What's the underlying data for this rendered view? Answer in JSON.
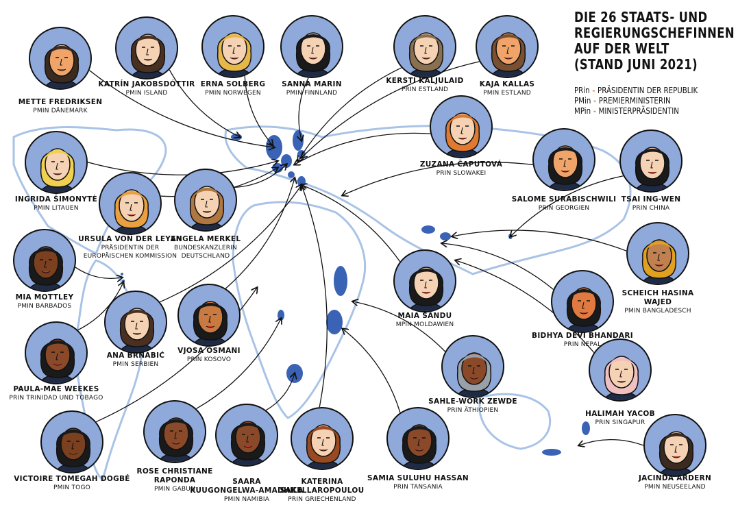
{
  "title": {
    "lines": [
      "DIE 26 STAATS- UND",
      "REGIERUNGSCHEFINNEN",
      "AUF DER WELT",
      "(STAND JUNI 2021)"
    ]
  },
  "legend": [
    {
      "abbr": "PRin",
      "text": "PRÄSIDENTIN DER REPUBLIK"
    },
    {
      "abbr": "PMin",
      "text": "PREMIERMINISTERIN"
    },
    {
      "abbr": "MPin",
      "text": "MINISTERPRÄSIDENTIN"
    }
  ],
  "colors": {
    "portrait_bg": "#8ea9da",
    "map_outline": "#a9c3e6",
    "highlight_country": "#3b63b5",
    "legend_dash": "#e8894a"
  },
  "people": [
    {
      "name": [
        "Mette Fredriksen"
      ],
      "role": [
        "PMin Dänemark"
      ]
    },
    {
      "name": [
        "Katrín Jakobsdóttir"
      ],
      "role": [
        "PMin Island"
      ]
    },
    {
      "name": [
        "Erna Solberg"
      ],
      "role": [
        "PMin Norwegen"
      ]
    },
    {
      "name": [
        "Sanna Marin"
      ],
      "role": [
        "PMin Finnland"
      ]
    },
    {
      "name": [
        "Kersti Kaljulaid"
      ],
      "role": [
        "PRin Estland"
      ]
    },
    {
      "name": [
        "Kaja Kallas"
      ],
      "role": [
        "PMin Estland"
      ]
    },
    {
      "name": [
        "Zuzana Čaputová"
      ],
      "role": [
        "PRin Slowakei"
      ]
    },
    {
      "name": [
        "Salome Surabischwili"
      ],
      "role": [
        "PRin Georgien"
      ]
    },
    {
      "name": [
        "Tsai Ing-wen"
      ],
      "role": [
        "PRin China"
      ]
    },
    {
      "name": [
        "Ingrida Šimonytė"
      ],
      "role": [
        "PMin Litauen"
      ]
    },
    {
      "name": [
        "Ursula von der Leyen"
      ],
      "role": [
        "Präsidentin der",
        "Europäischen Kommission"
      ]
    },
    {
      "name": [
        "Angela Merkel"
      ],
      "role": [
        "Bundeskanzlerin",
        "Deutschland"
      ]
    },
    {
      "name": [
        "Mia Mottley"
      ],
      "role": [
        "PMin Barbados"
      ]
    },
    {
      "name": [
        "Scheich Hasina",
        "Wajed"
      ],
      "role": [
        "PMin Bangladesch"
      ]
    },
    {
      "name": [
        "Maia Sandu"
      ],
      "role": [
        "MPin Moldawien"
      ]
    },
    {
      "name": [
        "Bidhya Devi Bhandari"
      ],
      "role": [
        "PRin Nepal"
      ]
    },
    {
      "name": [
        "Vjosa Osmani"
      ],
      "role": [
        "PRin Kosovo"
      ]
    },
    {
      "name": [
        "Ana Brnabić"
      ],
      "role": [
        "PMin Serbien"
      ]
    },
    {
      "name": [
        "Paula-Mae Weekes"
      ],
      "role": [
        "PRin Trinidad und Tobago"
      ]
    },
    {
      "name": [
        "Sahle-Work Zewde"
      ],
      "role": [
        "PRin Äthiopien"
      ]
    },
    {
      "name": [
        "Halimah Yacob"
      ],
      "role": [
        "PRin Singapur"
      ]
    },
    {
      "name": [
        "Victoire Tomegah Dogbé"
      ],
      "role": [
        "PMin Togo"
      ]
    },
    {
      "name": [
        "Rose Christiane",
        "Raponda"
      ],
      "role": [
        "PMin Gabun"
      ]
    },
    {
      "name": [
        "Saara",
        "Kuugongelwa-Amadhila"
      ],
      "role": [
        "PMin Namibia"
      ]
    },
    {
      "name": [
        "Katerina",
        "Sakellaropoulou"
      ],
      "role": [
        "PRin Griechenland"
      ]
    },
    {
      "name": [
        "Samia Suluhu Hassan"
      ],
      "role": [
        "PRin Tansania"
      ]
    },
    {
      "name": [
        "Jacinda Ardern"
      ],
      "role": [
        "PMin Neuseeland"
      ]
    }
  ]
}
